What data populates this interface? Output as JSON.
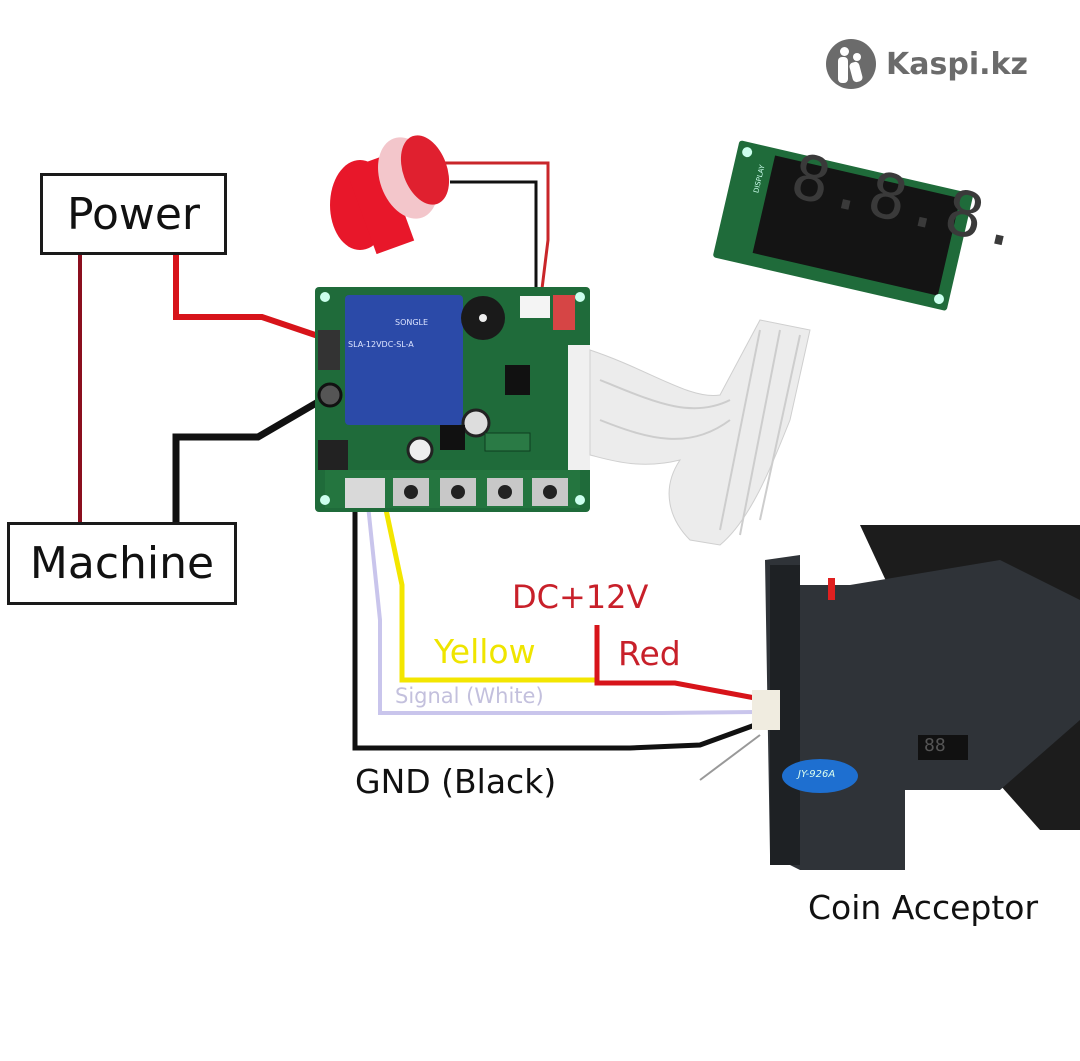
{
  "watermark": {
    "brand": "Kaspi.kz",
    "icon": "kaspi-logo-icon"
  },
  "nodes": {
    "power": "Power",
    "machine": "Machine",
    "coin_acceptor": "Coin Acceptor"
  },
  "wire_labels": {
    "dc12v": "DC+12V",
    "yellow": "Yellow",
    "red": "Red",
    "signal": "Signal (White)",
    "gnd": "GND (Black)"
  },
  "components": {
    "relay_brand": "SONGLE",
    "relay_model": "SLA-12VDC-SL-A",
    "display_label": "DISPLAY",
    "display_digits": "8.8.8.",
    "acceptor_model": "JY-926A",
    "acceptor_display": "88"
  },
  "colors": {
    "red_wire": "#d7141a",
    "dark_red_wire": "#8b0f1e",
    "black_wire": "#111111",
    "yellow_wire": "#f3e600",
    "signal_wire": "#c9c5ec",
    "pcb_green": "#1f6b3a",
    "relay_blue": "#2b4aa8",
    "label_red": "#c8202a",
    "label_yellow": "#efe500",
    "label_signal": "#c3c0dd"
  }
}
